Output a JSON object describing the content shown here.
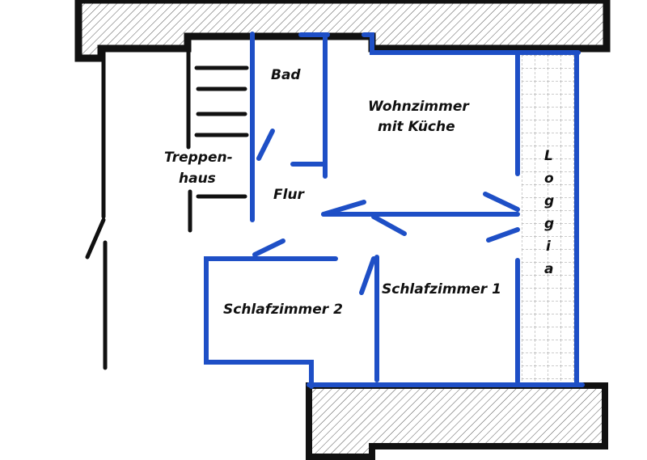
{
  "rooms": {
    "bad": "Bad",
    "wohnzimmer_line1": "Wohnzimmer",
    "wohnzimmer_line2": "mit Küche",
    "treppenhaus_line1": "Treppen-",
    "treppenhaus_line2": "haus",
    "flur": "Flur",
    "schlafzimmer1": "Schlafzimmer 1",
    "schlafzimmer2": "Schlafzimmer 2",
    "loggia_letters": [
      "L",
      "o",
      "g",
      "g",
      "i",
      "a"
    ]
  },
  "colors": {
    "wall_blue": "#1e4fc6",
    "wall_black": "#111111"
  }
}
